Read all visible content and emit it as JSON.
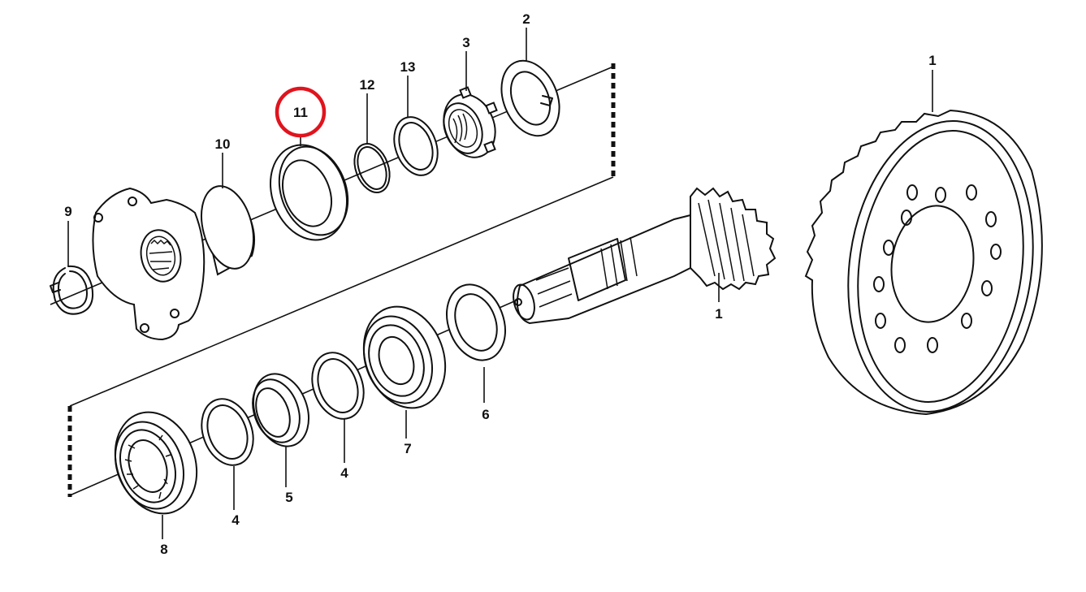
{
  "highlight_color": "#e0141e",
  "labels": {
    "l1_gear": "1",
    "l1_pinion": "1",
    "l2": "2",
    "l3": "3",
    "l4_a": "4",
    "l4_b": "4",
    "l5": "5",
    "l6": "6",
    "l7": "7",
    "l8": "8",
    "l9": "9",
    "l10": "10",
    "l11": "11",
    "l12": "12",
    "l13": "13"
  },
  "highlighted_part": "11"
}
